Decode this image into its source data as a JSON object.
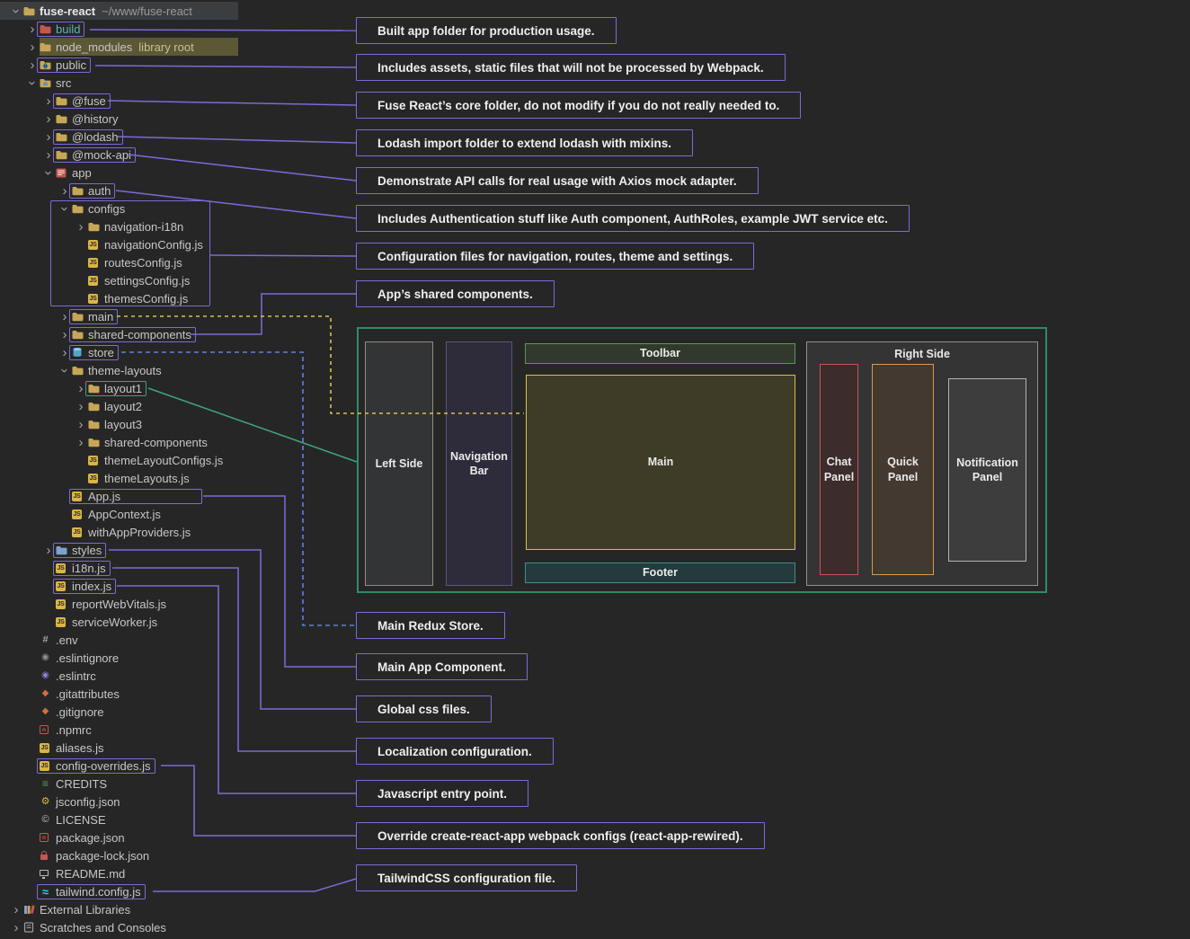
{
  "project": {
    "name": "fuse-react",
    "path": "~/www/fuse-react"
  },
  "colors": {
    "accent_purple": "#7C6BD6",
    "accent_green": "#3FA37A",
    "accent_yellow": "#D9BF4F",
    "accent_blue": "#5F7FE8",
    "diagram_border": "#2F8C63",
    "folder": "#C8A658",
    "folder_excluded": "#C4574E",
    "folder_styles": "#7BA3D0",
    "js_badge": "#DBB544",
    "olive_row": "#5C5836",
    "build_label": "#5FB3B3"
  },
  "tree": {
    "items": [
      {
        "label": "fuse-react",
        "suffix": "~/www/fuse-react",
        "level": 0,
        "chevron": "down",
        "icon": "folder",
        "selected": true
      },
      {
        "label": "build",
        "level": 1,
        "chevron": "right",
        "icon": "folder-excluded",
        "label_color": "build_label",
        "highlight": "purple"
      },
      {
        "label": "node_modules",
        "suffix": "library root",
        "level": 1,
        "chevron": "right",
        "icon": "folder",
        "row_bg": "olive"
      },
      {
        "label": "public",
        "level": 1,
        "chevron": "right",
        "icon": "folder-public",
        "highlight": "purple"
      },
      {
        "label": "src",
        "level": 1,
        "chevron": "down",
        "icon": "folder-src"
      },
      {
        "label": "@fuse",
        "level": 2,
        "chevron": "right",
        "icon": "folder",
        "highlight": "purple"
      },
      {
        "label": "@history",
        "level": 2,
        "chevron": "right",
        "icon": "folder"
      },
      {
        "label": "@lodash",
        "level": 2,
        "chevron": "right",
        "icon": "folder",
        "highlight": "purple"
      },
      {
        "label": "@mock-api",
        "level": 2,
        "chevron": "right",
        "icon": "folder",
        "highlight": "purple"
      },
      {
        "label": "app",
        "level": 2,
        "chevron": "down",
        "icon": "module"
      },
      {
        "label": "auth",
        "level": 3,
        "chevron": "right",
        "icon": "folder",
        "highlight": "purple"
      },
      {
        "label": "configs",
        "level": 3,
        "chevron": "down",
        "icon": "folder"
      },
      {
        "label": "navigation-i18n",
        "level": 4,
        "chevron": "right",
        "icon": "folder"
      },
      {
        "label": "navigationConfig.js",
        "level": 4,
        "icon": "js"
      },
      {
        "label": "routesConfig.js",
        "level": 4,
        "icon": "js"
      },
      {
        "label": "settingsConfig.js",
        "level": 4,
        "icon": "js"
      },
      {
        "label": "themesConfig.js",
        "level": 4,
        "icon": "js"
      },
      {
        "label": "main",
        "level": 3,
        "chevron": "right",
        "icon": "folder",
        "highlight": "purple"
      },
      {
        "label": "shared-components",
        "level": 3,
        "chevron": "right",
        "icon": "folder",
        "highlight": "purple"
      },
      {
        "label": "store",
        "level": 3,
        "chevron": "right",
        "icon": "database",
        "highlight": "purple"
      },
      {
        "label": "theme-layouts",
        "level": 3,
        "chevron": "down",
        "icon": "folder"
      },
      {
        "label": "layout1",
        "level": 4,
        "chevron": "right",
        "icon": "folder",
        "highlight": "green"
      },
      {
        "label": "layout2",
        "level": 4,
        "chevron": "right",
        "icon": "folder"
      },
      {
        "label": "layout3",
        "level": 4,
        "chevron": "right",
        "icon": "folder"
      },
      {
        "label": "shared-components",
        "level": 4,
        "chevron": "right",
        "icon": "folder"
      },
      {
        "label": "themeLayoutConfigs.js",
        "level": 4,
        "icon": "js"
      },
      {
        "label": "themeLayouts.js",
        "level": 4,
        "icon": "js"
      },
      {
        "label": "App.js",
        "level": 3,
        "icon": "js",
        "highlight": "purple",
        "wide": true
      },
      {
        "label": "AppContext.js",
        "level": 3,
        "icon": "js"
      },
      {
        "label": "withAppProviders.js",
        "level": 3,
        "icon": "js"
      },
      {
        "label": "styles",
        "level": 2,
        "chevron": "right",
        "icon": "folder-styles",
        "highlight": "purple"
      },
      {
        "label": "i18n.js",
        "level": 2,
        "icon": "js",
        "highlight": "purple"
      },
      {
        "label": "index.js",
        "level": 2,
        "icon": "js",
        "highlight": "purple"
      },
      {
        "label": "reportWebVitals.js",
        "level": 2,
        "icon": "js"
      },
      {
        "label": "serviceWorker.js",
        "level": 2,
        "icon": "js"
      },
      {
        "label": ".env",
        "level": 1,
        "icon": "env"
      },
      {
        "label": ".eslintignore",
        "level": 1,
        "icon": "eslint-grey"
      },
      {
        "label": ".eslintrc",
        "level": 1,
        "icon": "eslint"
      },
      {
        "label": ".gitattributes",
        "level": 1,
        "icon": "git"
      },
      {
        "label": ".gitignore",
        "level": 1,
        "icon": "git"
      },
      {
        "label": ".npmrc",
        "level": 1,
        "icon": "npm"
      },
      {
        "label": "aliases.js",
        "level": 1,
        "icon": "js"
      },
      {
        "label": "config-overrides.js",
        "level": 1,
        "icon": "js",
        "highlight": "purple"
      },
      {
        "label": "CREDITS",
        "level": 1,
        "icon": "credits"
      },
      {
        "label": "jsconfig.json",
        "level": 1,
        "icon": "gear"
      },
      {
        "label": "LICENSE",
        "level": 1,
        "icon": "license"
      },
      {
        "label": "package.json",
        "level": 1,
        "icon": "npm"
      },
      {
        "label": "package-lock.json",
        "level": 1,
        "icon": "lock"
      },
      {
        "label": "README.md",
        "level": 1,
        "icon": "readme"
      },
      {
        "label": "tailwind.config.js",
        "level": 1,
        "icon": "tailwind",
        "highlight": "purple"
      },
      {
        "label": "External Libraries",
        "level": 0,
        "chevron": "right",
        "icon": "books"
      },
      {
        "label": "Scratches and Consoles",
        "level": 0,
        "chevron": "right",
        "icon": "scratch"
      }
    ]
  },
  "annotations": [
    {
      "text": "Built app folder for production usage."
    },
    {
      "text": "Includes assets, static files that will not be processed by Webpack."
    },
    {
      "text": "Fuse React’s core folder, do not modify if you do not really needed to."
    },
    {
      "text": "Lodash import folder to extend lodash with mixins."
    },
    {
      "text": "Demonstrate API calls for real usage with Axios mock adapter."
    },
    {
      "text": "Includes Authentication stuff like Auth component, AuthRoles, example JWT service etc."
    },
    {
      "text": "Configuration files for navigation, routes, theme and settings."
    },
    {
      "text": "App’s shared components."
    },
    {
      "text": "Main Redux Store."
    },
    {
      "text": "Main App Component."
    },
    {
      "text": "Global css files."
    },
    {
      "text": "Localization configuration."
    },
    {
      "text": "Javascript entry point."
    },
    {
      "text": "Override create-react-app webpack configs (react-app-rewired)."
    },
    {
      "text": "TailwindCSS configuration file."
    }
  ],
  "diagram": {
    "toolbar": "Toolbar",
    "main": "Main",
    "footer": "Footer",
    "left_side": "Left Side",
    "navigation_bar": "Navigation Bar",
    "right_side": "Right Side",
    "chat_panel": "Chat Panel",
    "quick_panel": "Quick Panel",
    "notification_panel": "Notification Panel"
  }
}
